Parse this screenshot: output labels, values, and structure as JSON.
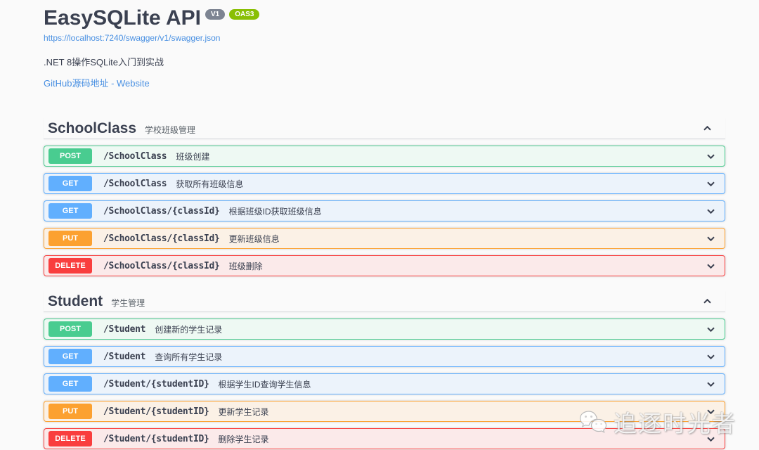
{
  "header": {
    "title": "EasySQLite API",
    "version_badge": "V1",
    "oas_badge": "OAS3",
    "spec_url": "https://localhost:7240/swagger/v1/swagger.json",
    "description": ".NET 8操作SQLite入门到实战",
    "external_link": "GitHub源码地址 - Website"
  },
  "colors": {
    "post": "#49cc90",
    "get": "#61affe",
    "put": "#fca130",
    "delete": "#f93e3e",
    "version_badge_bg": "#7d8492",
    "oas_badge_bg": "#89bf04",
    "link": "#4990e2",
    "heading": "#3b4151"
  },
  "sections": [
    {
      "name": "SchoolClass",
      "description": "学校班级管理",
      "expanded": true,
      "operations": [
        {
          "method": "POST",
          "path": "/SchoolClass",
          "summary": "班级创建"
        },
        {
          "method": "GET",
          "path": "/SchoolClass",
          "summary": "获取所有班级信息"
        },
        {
          "method": "GET",
          "path": "/SchoolClass/{classId}",
          "summary": "根据班级ID获取班级信息"
        },
        {
          "method": "PUT",
          "path": "/SchoolClass/{classId}",
          "summary": "更新班级信息"
        },
        {
          "method": "DELETE",
          "path": "/SchoolClass/{classId}",
          "summary": "班级删除"
        }
      ]
    },
    {
      "name": "Student",
      "description": "学生管理",
      "expanded": true,
      "operations": [
        {
          "method": "POST",
          "path": "/Student",
          "summary": "创建新的学生记录"
        },
        {
          "method": "GET",
          "path": "/Student",
          "summary": "查询所有学生记录"
        },
        {
          "method": "GET",
          "path": "/Student/{studentID}",
          "summary": "根据学生ID查询学生信息"
        },
        {
          "method": "PUT",
          "path": "/Student/{studentID}",
          "summary": "更新学生记录"
        },
        {
          "method": "DELETE",
          "path": "/Student/{studentID}",
          "summary": "删除学生记录"
        }
      ]
    }
  ],
  "watermark": {
    "text": "追逐时光者",
    "icon": "wechat-icon"
  }
}
